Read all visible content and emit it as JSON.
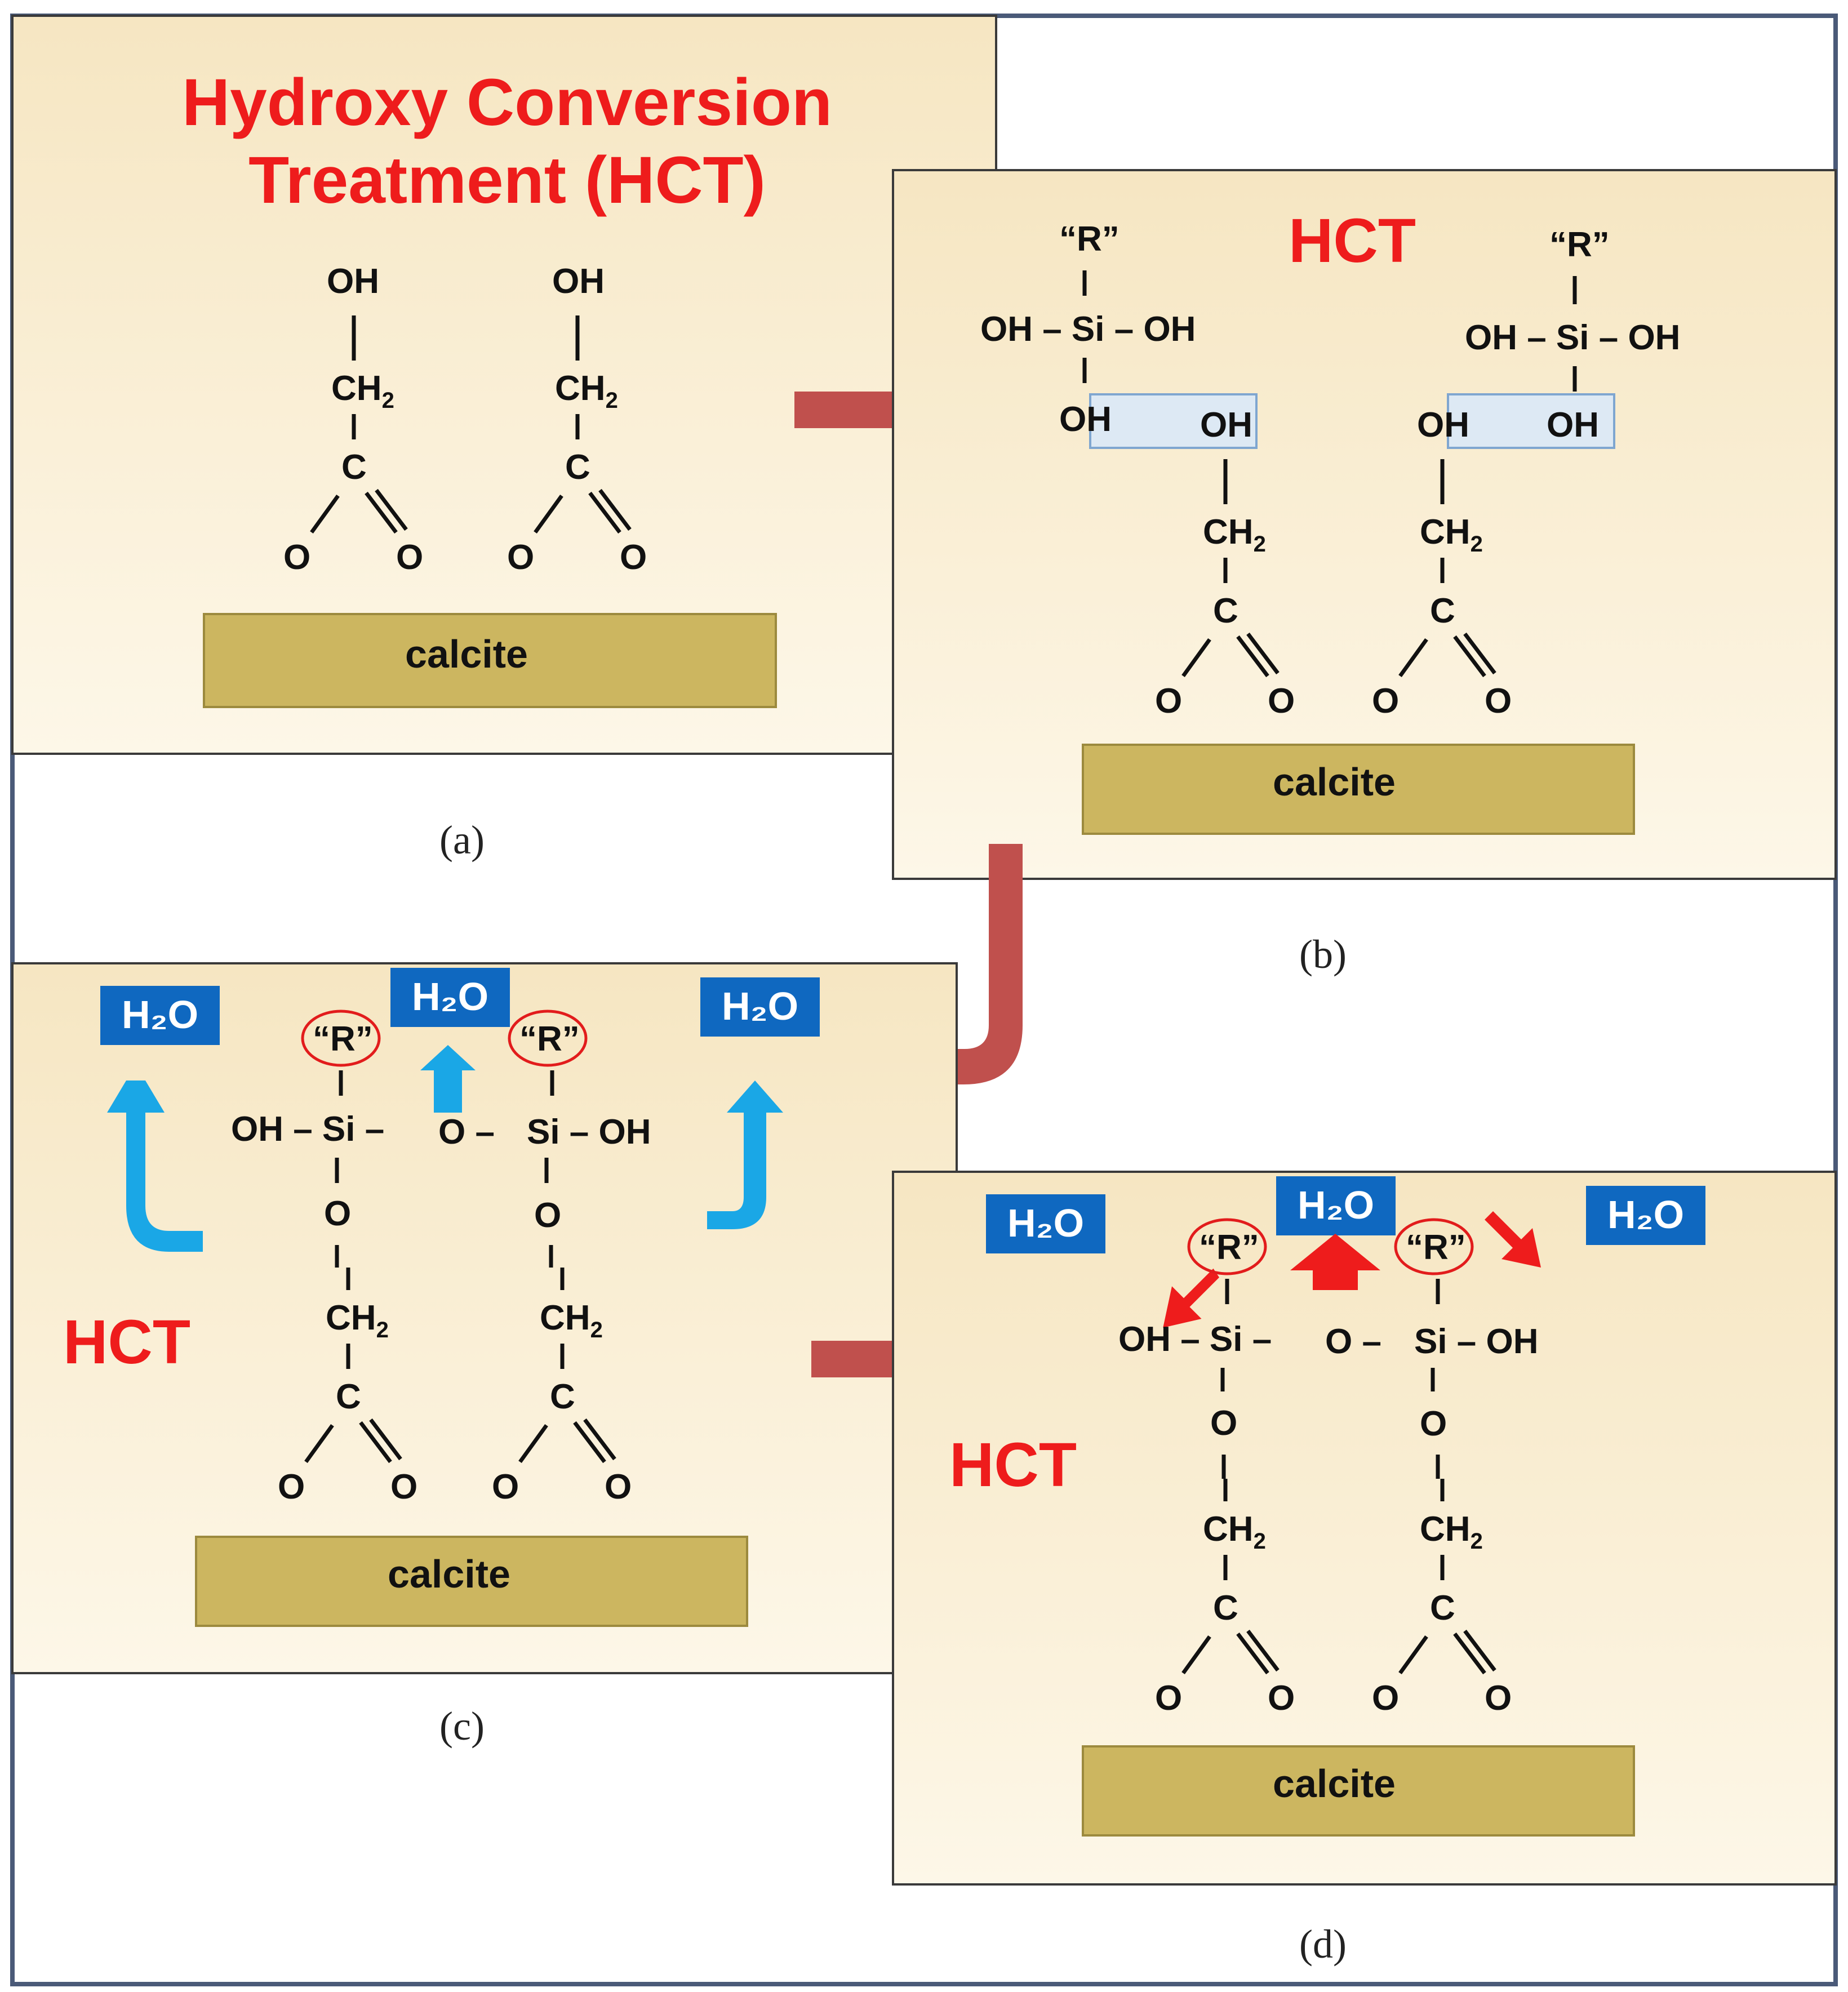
{
  "frame_border_color": "#4a5a78",
  "panel_gradient": [
    "#f6e6c2",
    "#fdf7e8"
  ],
  "calcite_color": "#ccb660",
  "title_color": "#ee1c1c",
  "water_box_color": "#0f68c0",
  "flow_arrow_color": "#c0504d",
  "panels": {
    "a": {
      "title_line1": "Hydroxy Conversion",
      "title_line2": "Treatment (HCT)",
      "calcite": "calcite",
      "caption": "(a)"
    },
    "b": {
      "title": "HCT",
      "calcite": "calcite",
      "caption": "(b)"
    },
    "c": {
      "title": "HCT",
      "calcite": "calcite",
      "caption": "(c)",
      "water": "H₂O"
    },
    "d": {
      "title": "HCT",
      "calcite": "calcite",
      "caption": "(d)",
      "water": "H₂O"
    }
  },
  "atoms": {
    "oh": "OH",
    "ch": "CH",
    "two": "2",
    "c": "C",
    "o": "O",
    "r": "“R”",
    "si": "Si",
    "oh_si_oh": "OH – Si – OH",
    "oh_si_dash": "OH – Si –",
    "o_dash": "O –",
    "si_oh": "Si – OH"
  },
  "icons": {
    "flow_arrow": "block-arrow",
    "release_arrow": "curved-arrow",
    "escape_arrow": "chunky-arrow"
  }
}
